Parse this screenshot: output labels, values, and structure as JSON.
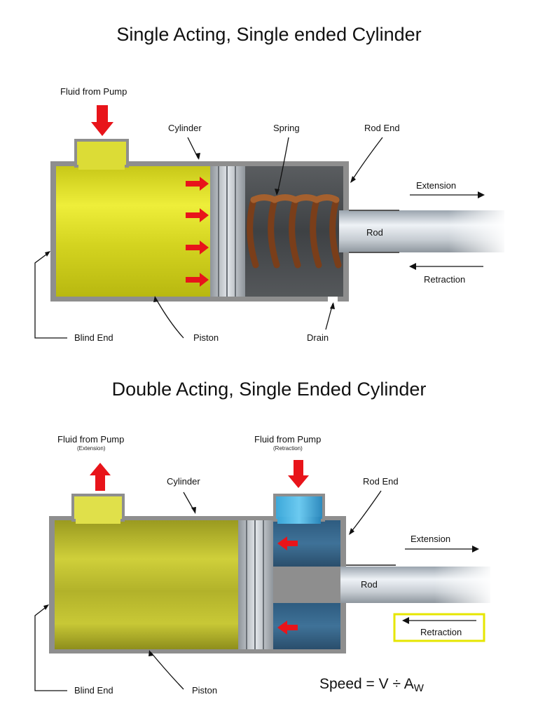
{
  "diagram1": {
    "title": "Single Acting, Single ended Cylinder",
    "labels": {
      "fluid_from_pump": "Fluid from Pump",
      "cylinder": "Cylinder",
      "spring": "Spring",
      "rod_end": "Rod End",
      "extension": "Extension",
      "rod": "Rod",
      "retraction": "Retraction",
      "blind_end": "Blind End",
      "piston": "Piston",
      "drain": "Drain"
    }
  },
  "diagram2": {
    "title": "Double Acting, Single Ended Cylinder",
    "labels": {
      "fluid_extension": "Fluid from Pump",
      "fluid_extension_sub": "(Extension)",
      "fluid_retraction": "Fluid from Pump",
      "fluid_retraction_sub": "(Retraction)",
      "cylinder": "Cylinder",
      "rod_end": "Rod End",
      "extension": "Extension",
      "rod": "Rod",
      "retraction": "Retraction",
      "blind_end": "Blind End",
      "piston": "Piston"
    },
    "formula": {
      "lhs": "Speed = V ÷ A",
      "subscript": "W"
    }
  },
  "colors": {
    "fluid_yellow": "#d8d820",
    "fluid_olive": "#a8a828",
    "fluid_blue": "#3a6e96",
    "arrow_red": "#e8141a",
    "cylinder_wall": "#9a9a9a",
    "spring_copper": "#8a4a22",
    "highlight_box": "#e6e600"
  }
}
